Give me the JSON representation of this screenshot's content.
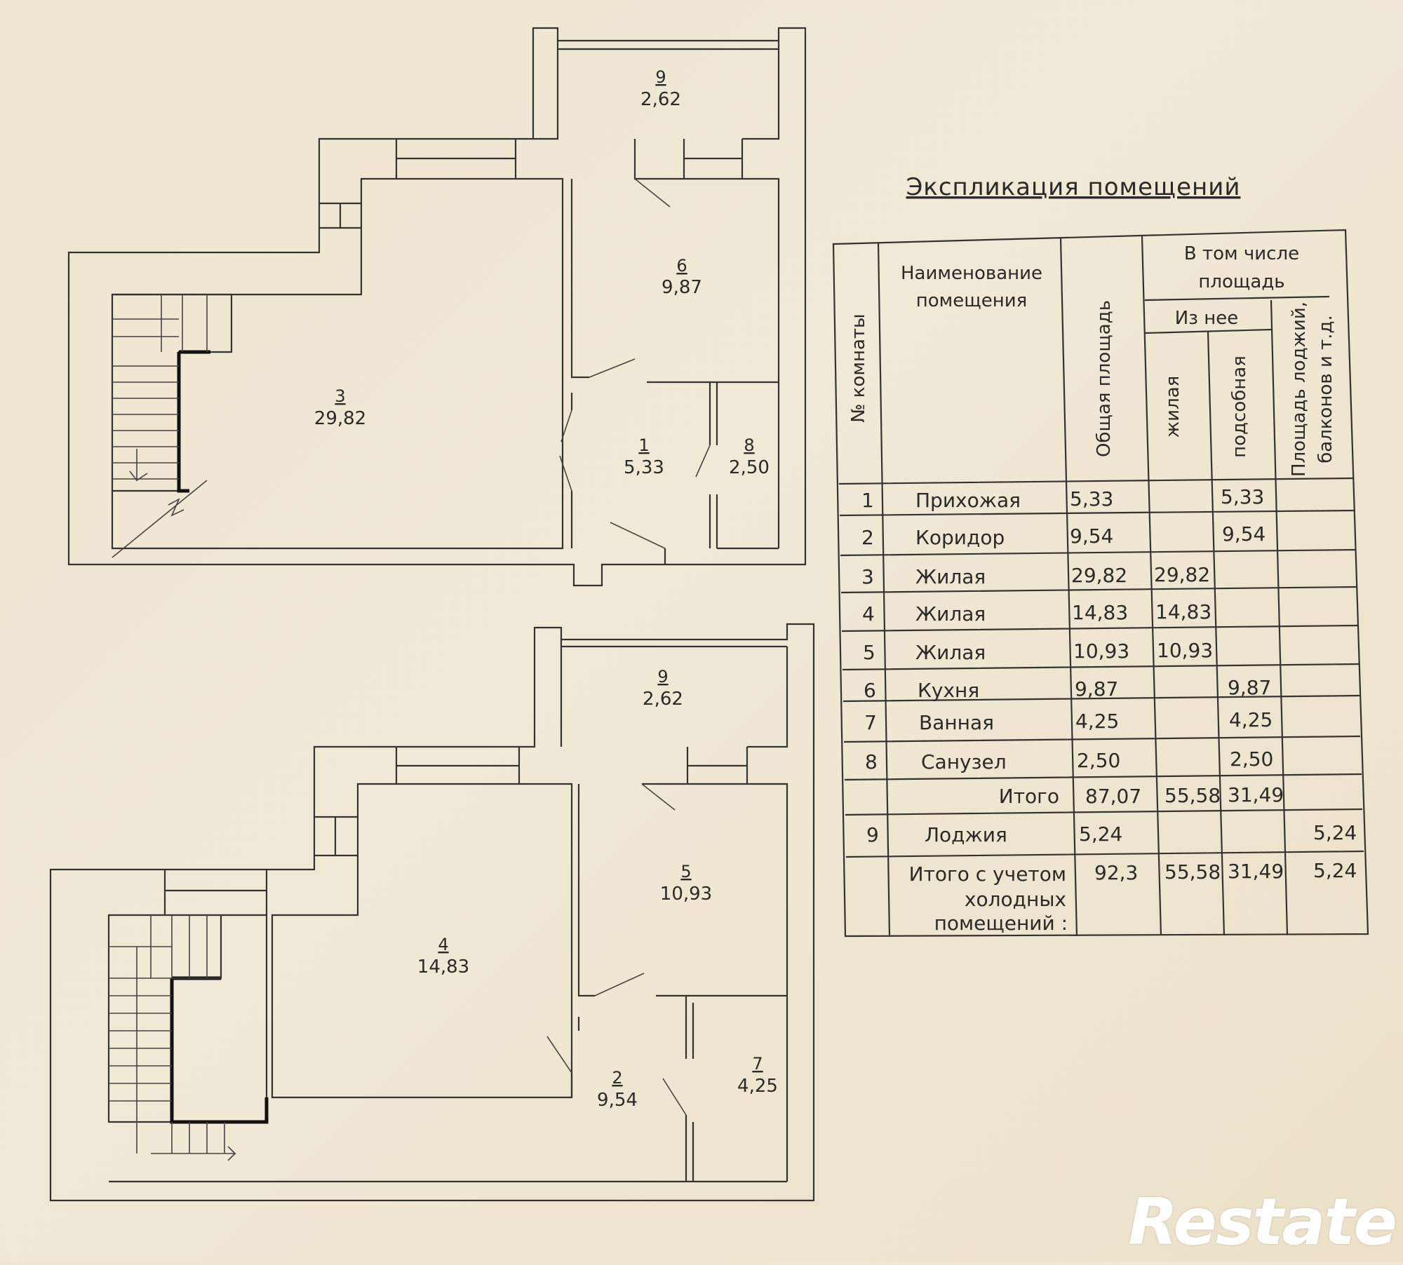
{
  "plan_upper": {
    "rooms": [
      {
        "num": "9",
        "area": "2,62"
      },
      {
        "num": "6",
        "area": "9,87"
      },
      {
        "num": "3",
        "area": "29,82"
      },
      {
        "num": "1",
        "area": "5,33"
      },
      {
        "num": "8",
        "area": "2,50"
      }
    ]
  },
  "plan_lower": {
    "rooms": [
      {
        "num": "9",
        "area": "2,62"
      },
      {
        "num": "5",
        "area": "10,93"
      },
      {
        "num": "4",
        "area": "14,83"
      },
      {
        "num": "2",
        "area": "9,54"
      },
      {
        "num": "7",
        "area": "4,25"
      }
    ]
  },
  "explication": {
    "title": "Экспликация помещений",
    "headers": {
      "room_no": "№ комнаты",
      "name_line1": "Наименование",
      "name_line2": "помещения",
      "total_area": "Общая площадь",
      "incl_line1": "В том числе",
      "incl_line2": "площадь",
      "of_which": "Из нее",
      "living": "жилая",
      "auxiliary": "подсобная",
      "loggia_line1": "Площадь лоджий,",
      "loggia_line2": "балконов и т.д."
    },
    "rows": [
      {
        "no": "1",
        "name": "Прихожая",
        "total": "5,33",
        "living": "",
        "aux": "5,33",
        "loggia": ""
      },
      {
        "no": "2",
        "name": "Коридор",
        "total": "9,54",
        "living": "",
        "aux": "9,54",
        "loggia": ""
      },
      {
        "no": "3",
        "name": "Жилая",
        "total": "29,82",
        "living": "29,82",
        "aux": "",
        "loggia": ""
      },
      {
        "no": "4",
        "name": "Жилая",
        "total": "14,83",
        "living": "14,83",
        "aux": "",
        "loggia": ""
      },
      {
        "no": "5",
        "name": "Жилая",
        "total": "10,93",
        "living": "10,93",
        "aux": "",
        "loggia": ""
      },
      {
        "no": "6",
        "name": "Кухня",
        "total": "9,87",
        "living": "",
        "aux": "9,87",
        "loggia": ""
      },
      {
        "no": "7",
        "name": "Ванная",
        "total": "4,25",
        "living": "",
        "aux": "4,25",
        "loggia": ""
      },
      {
        "no": "8",
        "name": "Санузел",
        "total": "2,50",
        "living": "",
        "aux": "2,50",
        "loggia": ""
      }
    ],
    "subtotal": {
      "label": "Итого",
      "total": "87,07",
      "living": "55,58",
      "aux": "31,49",
      "loggia": ""
    },
    "loggia_row": {
      "no": "9",
      "name": "Лоджия",
      "total": "5,24",
      "living": "",
      "aux": "",
      "loggia": "5,24"
    },
    "grand_total": {
      "label_line1": "Итого с учетом",
      "label_line2": "холодных",
      "label_line3": "помещений :",
      "total": "92,3",
      "living": "55,58",
      "aux": "31,49",
      "loggia": "5,24"
    }
  },
  "watermark": "Restate"
}
